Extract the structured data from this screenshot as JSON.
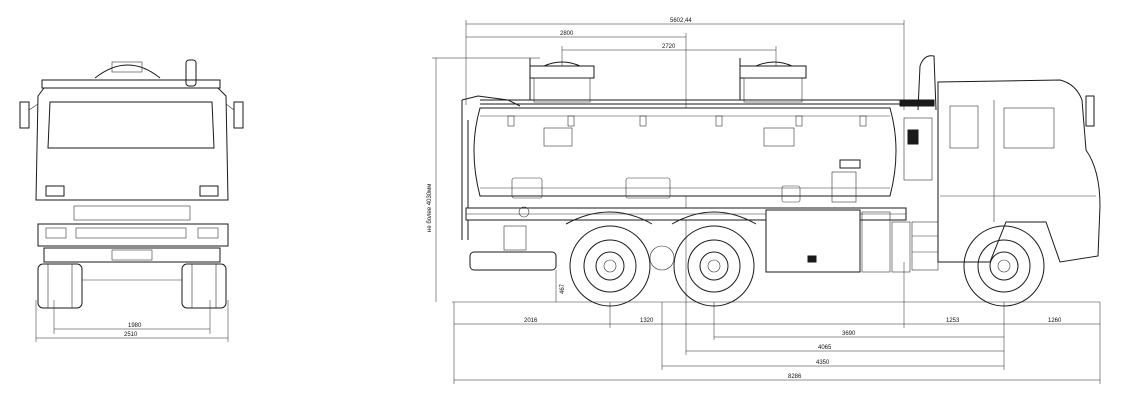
{
  "front_view": {
    "dim_track": "1980",
    "dim_width": "2510"
  },
  "side_view": {
    "dim_overall_top": "5602,44",
    "dim_hatch1": "2800",
    "dim_hatch_spacing": "2720",
    "dim_height": "не более 4030мм",
    "dim_ground": "467",
    "bottom_dims": {
      "rear_overhang": "2016",
      "bogie_spacing": "1320",
      "d3690": "3690",
      "d4065": "4065",
      "d4350": "4350",
      "overall_length": "8286",
      "front_axle_to_rear": "1253",
      "front_overhang": "1260"
    }
  }
}
